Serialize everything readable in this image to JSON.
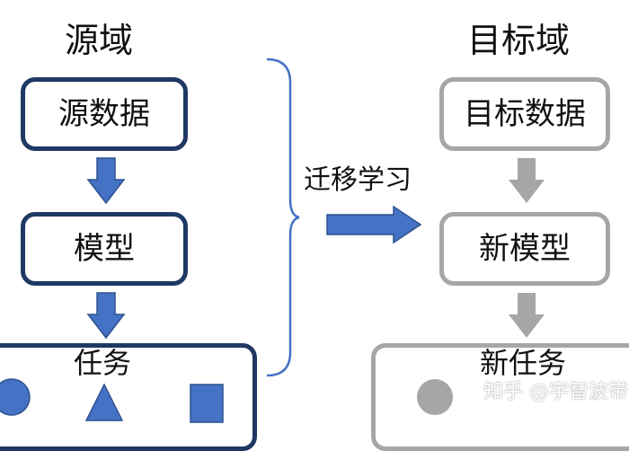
{
  "source": {
    "heading": "源域",
    "data_label": "源数据",
    "model_label": "模型",
    "task_label": "任务"
  },
  "target": {
    "heading": "目标域",
    "data_label": "目标数据",
    "model_label": "新模型",
    "task_label": "新任务"
  },
  "transfer_label": "迁移学习",
  "watermark": "知乎 @宇智波带",
  "colors": {
    "source_border": "#1f3864",
    "source_fill": "#4472c4",
    "target_border": "#a6a6a6",
    "target_fill": "#a6a6a6"
  }
}
